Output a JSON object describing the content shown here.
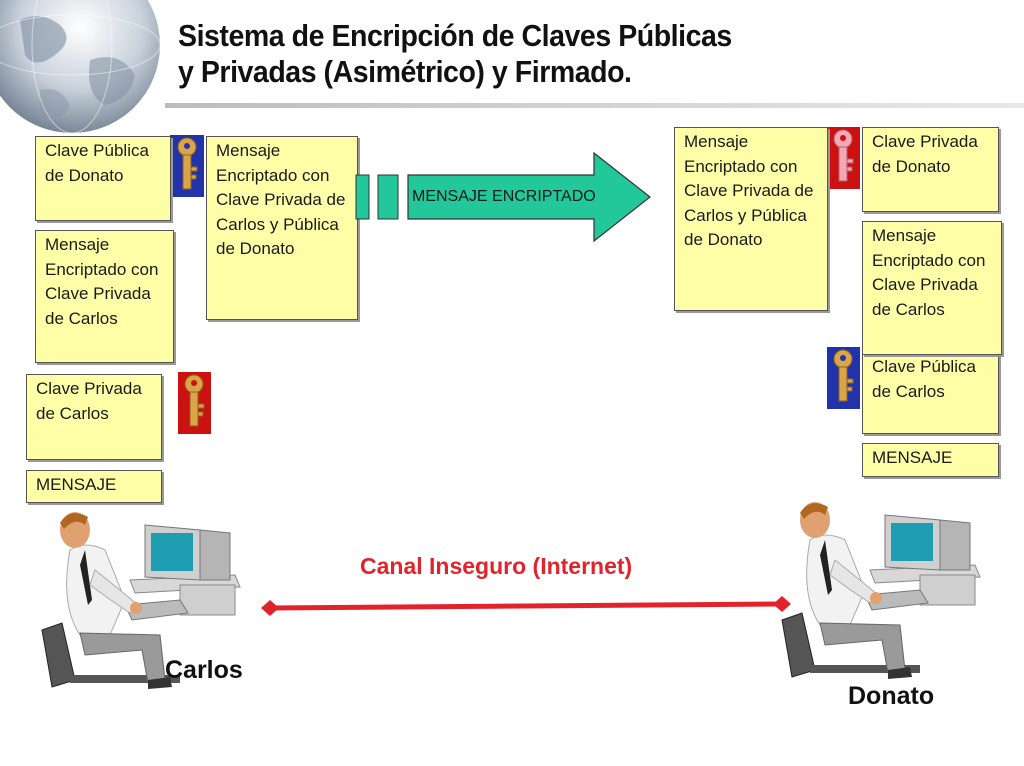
{
  "title": {
    "line1": "Sistema de Encripción de Claves Públicas",
    "line2": "y Privadas  (Asimétrico) y Firmado."
  },
  "carlos_side": {
    "clave_publica_donato": "Clave Pública de Donato",
    "mensaje_encriptado_privada": "Mensaje Encriptado con Clave Privada de Carlos",
    "clave_privada_carlos": "Clave Privada de Carlos",
    "mensaje": "MENSAJE",
    "mensaje_doble": "Mensaje Encriptado con Clave Privada de Carlos y Pública de Donato",
    "name": "Carlos"
  },
  "arrow": {
    "label": "MENSAJE ENCRIPTADO"
  },
  "donato_side": {
    "mensaje_doble": "Mensaje Encriptado con Clave Privada de Carlos y Pública de Donato",
    "clave_privada_donato": "Clave Privada de Donato",
    "mensaje_encriptado_privada": "Mensaje Encriptado con Clave Privada de Carlos",
    "clave_publica_carlos": "Clave Pública de Carlos",
    "mensaje": "MENSAJE",
    "name": "Donato"
  },
  "channel": {
    "label": "Canal Inseguro (Internet)"
  },
  "colors": {
    "note_fill": "#ffffa8",
    "arrow_fill": "#22c79a",
    "channel_red": "#e3232c",
    "key_gold": "#d9a548",
    "key_pink": "#f4a8b4",
    "key_panel_blue": "#2233aa",
    "key_panel_red": "#cc1111"
  },
  "icons": [
    "globe-icon",
    "public-key-icon",
    "private-key-icon",
    "computer-user-icon"
  ]
}
